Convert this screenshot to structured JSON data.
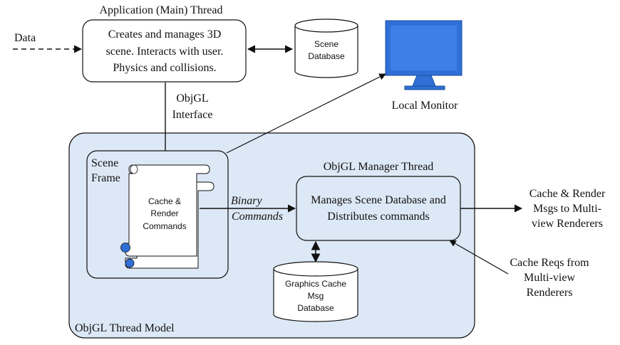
{
  "data_label": "Data",
  "main_thread": {
    "title": "Application (Main) Thread",
    "line1": "Creates and manages 3D",
    "line2": "scene.  Interacts with user.",
    "line3": "Physics and collisions."
  },
  "scene_db": {
    "line1": "Scene",
    "line2": "Database"
  },
  "monitor": {
    "label": "Local Monitor"
  },
  "objgl_interface": {
    "line1": "ObjGL",
    "line2": "Interface"
  },
  "thread_model": {
    "label": "ObjGL Thread Model"
  },
  "scene_frame": {
    "line1": "Scene",
    "line2": "Frame",
    "scroll_line1": "Cache &",
    "scroll_line2": "Render",
    "scroll_line3": "Commands"
  },
  "binary_commands": {
    "line1": "Binary",
    "line2": "Commands"
  },
  "manager": {
    "title": "ObjGL Manager Thread",
    "line1": "Manages Scene Database and",
    "line2": "Distributes commands"
  },
  "graphics_cache_db": {
    "line1": "Graphics Cache",
    "line2": "Msg",
    "line3": "Database"
  },
  "output_msgs": {
    "line1": "Cache & Render",
    "line2": "Msgs to Multi-",
    "line3": "view Renderers"
  },
  "cache_reqs": {
    "line1": "Cache Reqs from",
    "line2": "Multi-view",
    "line3": "Renderers"
  },
  "colors": {
    "thread_model_fill": "#dce8f5",
    "monitor_blue": "#2f6fd6",
    "scroll_blue": "#2f6fd6"
  }
}
